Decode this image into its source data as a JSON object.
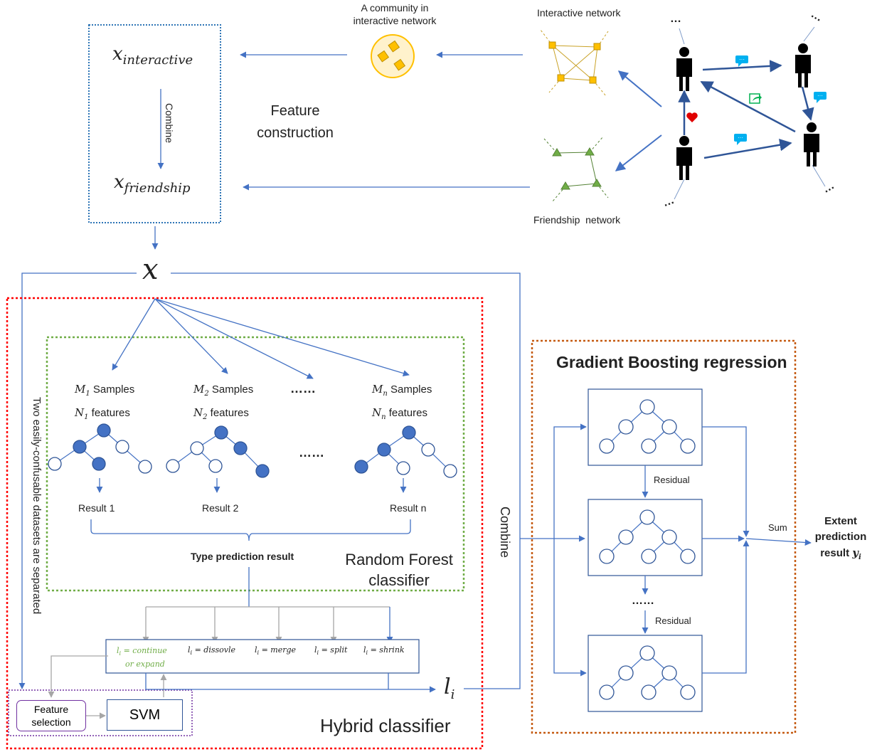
{
  "top": {
    "community_label": "A community in interactive network",
    "interactive_network_label": "Interactive network",
    "friendship_network_label": "Friendship  network",
    "feature_construction_label": "Feature construction",
    "combine_vertical_label": "Combine",
    "x_interactive": "x",
    "x_interactive_sub": "interactive",
    "x_friendship": "x",
    "x_friendship_sub": "friendship",
    "ellipsis": "…"
  },
  "main": {
    "x_symbol": "x",
    "side_label": "Two easily-confusable datasets are separated",
    "combine_label": "Combine"
  },
  "random_forest": {
    "title_line1": "Random Forest",
    "title_line2": "classifier",
    "trees": [
      {
        "m": "M",
        "sub": "1",
        "samples": "Samples",
        "n": "N",
        "nsub": "1",
        "features": "features",
        "result": "Result 1"
      },
      {
        "m": "M",
        "sub": "2",
        "samples": "Samples",
        "n": "N",
        "nsub": "2",
        "features": "features",
        "result": "Result 2"
      },
      {
        "m": "M",
        "sub": "n",
        "samples": "Samples",
        "n": "N",
        "nsub": "n",
        "features": "features",
        "result": "Result n"
      }
    ],
    "dots_top": "……",
    "dots_mid": "……",
    "type_prediction": "Type prediction result"
  },
  "hybrid": {
    "title": "Hybrid classifier",
    "labels": [
      "l",
      "l",
      "l",
      "l",
      "l"
    ],
    "label_values": [
      "= continue",
      "= dissovle",
      "= merge",
      "= split",
      "= shrink"
    ],
    "label_extra": "or expand",
    "label_sub": "i",
    "feature_selection_line1": "Feature",
    "feature_selection_line2": "selection",
    "svm": "SVM",
    "output": "l",
    "output_sub": "i"
  },
  "gbr": {
    "title": "Gradient Boosting regression",
    "residual1": "Residual",
    "residual2": "Residual",
    "dots": "……",
    "sum": "Sum",
    "result_line1": "Extent",
    "result_line2": "prediction",
    "result_line3": "result",
    "result_var": "y",
    "result_sub": "i"
  },
  "colors": {
    "arrow": "#4472c4",
    "red_box": "#ff0000",
    "green_box": "#70ad47",
    "orange_box": "#c55a11",
    "blue_box": "#2e75b6",
    "purple_box": "#7030a0",
    "node_fill": "#4472c4",
    "green_text": "#70ad47",
    "gray": "#a6a6a6"
  }
}
